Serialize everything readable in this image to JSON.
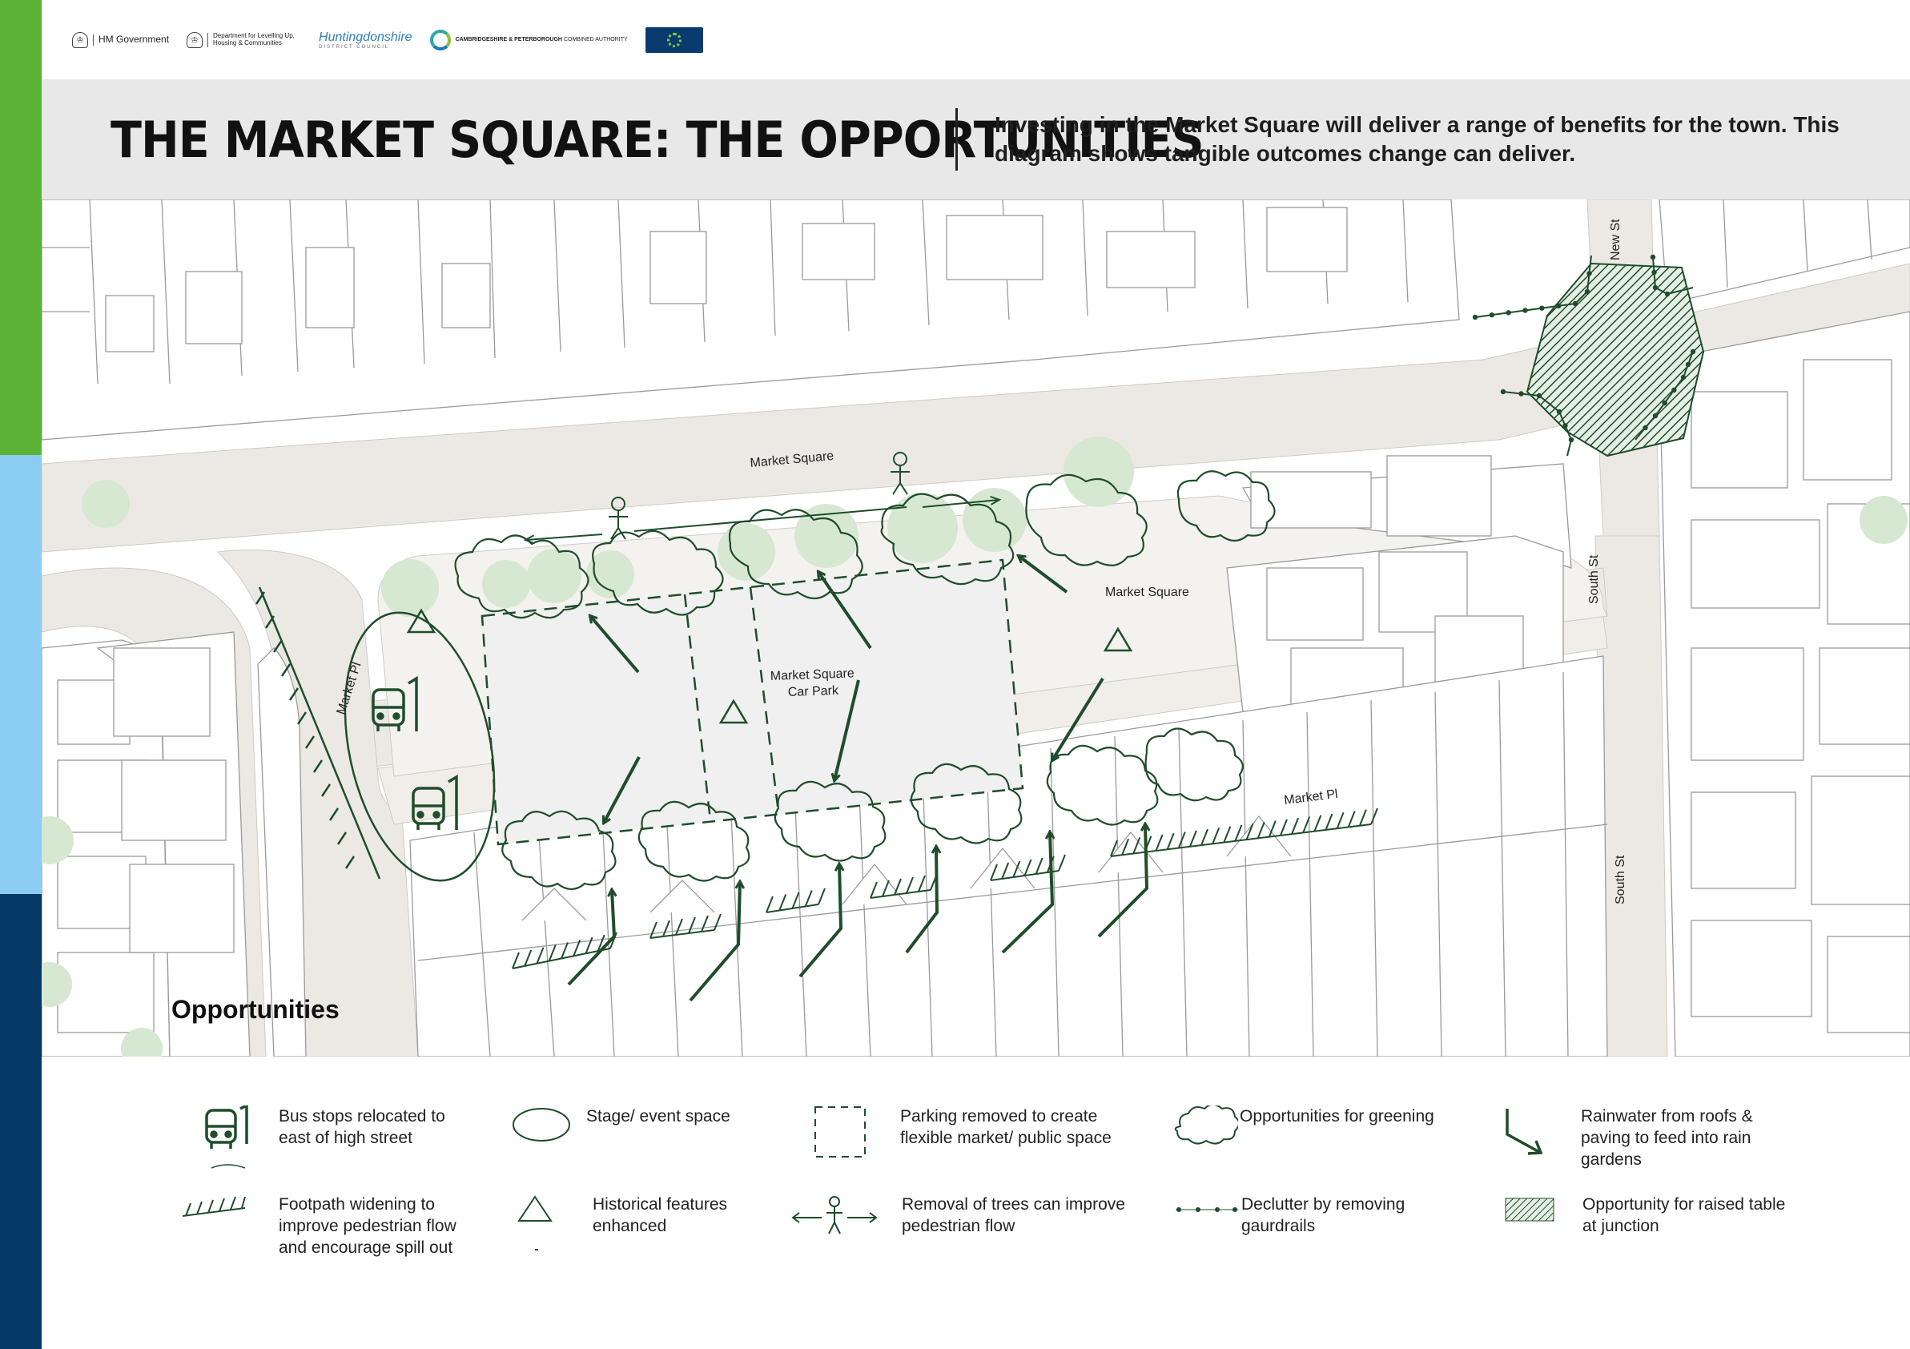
{
  "header": {
    "title": "THE MARKET SQUARE: THE OPPORTUNITIES",
    "intro": "Investing in the Market Square will deliver a range of benefits for the town. This diagram shows tangible outcomes change can deliver."
  },
  "logos": {
    "hm_government": "HM Government",
    "dluhc_line1": "Department for Levelling Up,",
    "dluhc_line2": "Housing & Communities",
    "hunts": "Huntingdonshire",
    "hunts_sub": "DISTRICT COUNCIL",
    "cpca_line1": "CAMBRIDGESHIRE",
    "cpca_line2": "& PETERBOROUGH",
    "cpca_line3": "COMBINED AUTHORITY"
  },
  "map": {
    "labels": {
      "market_square_top": "Market Square",
      "market_square_right": "Market Square",
      "car_park_line1": "Market Square",
      "car_park_line2": "Car Park",
      "market_pl_left": "Market Pl",
      "market_pl_right": "Market Pl",
      "new_st": "New St",
      "south_st_upper": "South St",
      "south_st_lower": "South St"
    },
    "colors": {
      "accent": "#1f4d2b",
      "tree_fill": "#d7e8d2",
      "road": "#ece9e4",
      "building_stroke": "#9a9a9a"
    }
  },
  "opportunities_heading": "Opportunities",
  "legend": {
    "bus_stops": "Bus stops relocated to east of high street",
    "stage": "Stage/ event space",
    "parking_removed": "Parking removed to create flexible market/ public space",
    "greening": "Opportunities for greening",
    "rainwater": "Rainwater from roofs & paving to feed into rain gardens",
    "footpath": "Footpath widening to improve pedestrian flow and encourage spill out",
    "historical": "Historical features enhanced",
    "tree_removal": "Removal of trees can improve pedestrian flow",
    "declutter": "Declutter by removing gaurdrails",
    "raised_table": "Opportunity for raised table at junction"
  }
}
